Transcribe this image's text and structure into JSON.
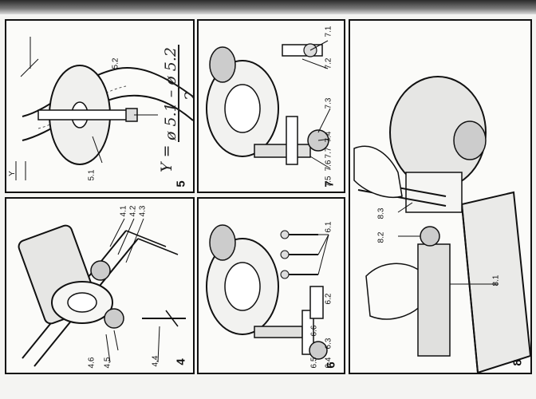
{
  "figures": {
    "fig4": {
      "number": "4",
      "callouts": [
        "4.1",
        "4.2",
        "4.3",
        "4.4",
        "4.5",
        "4.6"
      ]
    },
    "fig5": {
      "number": "5",
      "callouts": [
        "5.1",
        "5.2"
      ],
      "formula_lhs": "Y =",
      "formula_numerator": "ø 5.1 – ø 5.2",
      "formula_denominator": "2"
    },
    "fig6": {
      "number": "6",
      "callouts": [
        "6.1",
        "6.2",
        "6.3",
        "6.4",
        "6.5",
        "6.6"
      ]
    },
    "fig7": {
      "number": "7",
      "callouts": [
        "7.1",
        "7.2",
        "7.3",
        "7.4",
        "7.5",
        "7.6",
        "7.7"
      ]
    },
    "fig8": {
      "number": "8",
      "callouts": [
        "8.1",
        "8.2",
        "8.3"
      ]
    }
  }
}
